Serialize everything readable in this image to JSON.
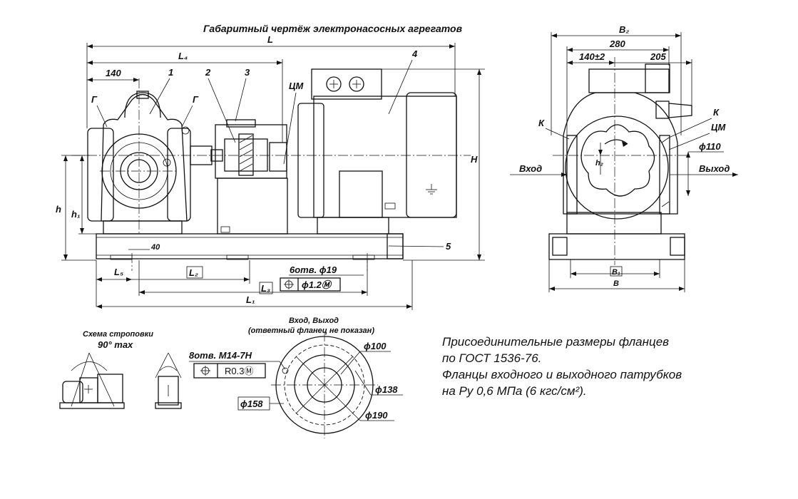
{
  "title": "Габаритный чертёж электронасосных агрегатов",
  "front_view": {
    "dims": {
      "L": "L",
      "L4": "L₄",
      "d140": "140",
      "H": "H",
      "h": "h",
      "h1": "h₁",
      "d40": "40",
      "L5": "L₅",
      "L2": "L₂",
      "L3": "L₃",
      "L1": "L₁"
    },
    "callouts": {
      "c1": "1",
      "c2": "2",
      "c3": "3",
      "c4": "4",
      "c5": "5",
      "G_left": "Г",
      "G_right": "Г",
      "CM": "ЦМ"
    },
    "holes": "6отв. ϕ19",
    "tolerance": "ϕ1.2Ⓜ"
  },
  "side_view": {
    "dims": {
      "B2": "B₂",
      "d280": "280",
      "d140_2": "140±2",
      "d205": "205",
      "phi110": "ϕ110",
      "h2": "h₂",
      "B1": "B₁",
      "B": "B"
    },
    "labels": {
      "K_left": "К",
      "K_right": "К",
      "CM": "ЦМ",
      "inlet": "Вход",
      "outlet": "Выход"
    }
  },
  "sling": {
    "title": "Схема строповки",
    "angle": "90° max"
  },
  "flange": {
    "title": "Вход, Выход",
    "subtitle": "(ответный фланец не показан)",
    "holes": "8отв. М14-7Н",
    "tolerance": "R0.3Ⓜ",
    "phi100": "ϕ100",
    "phi138": "ϕ138",
    "phi190": "ϕ190",
    "phi158": "ϕ158"
  },
  "note_lines": [
    "Присоединительные размеры фланцев",
    "по ГОСТ 1536-76.",
    "Фланцы входного и выходного патрубков",
    "на Ру 0,6 МПа (6 кгс/см²)."
  ]
}
